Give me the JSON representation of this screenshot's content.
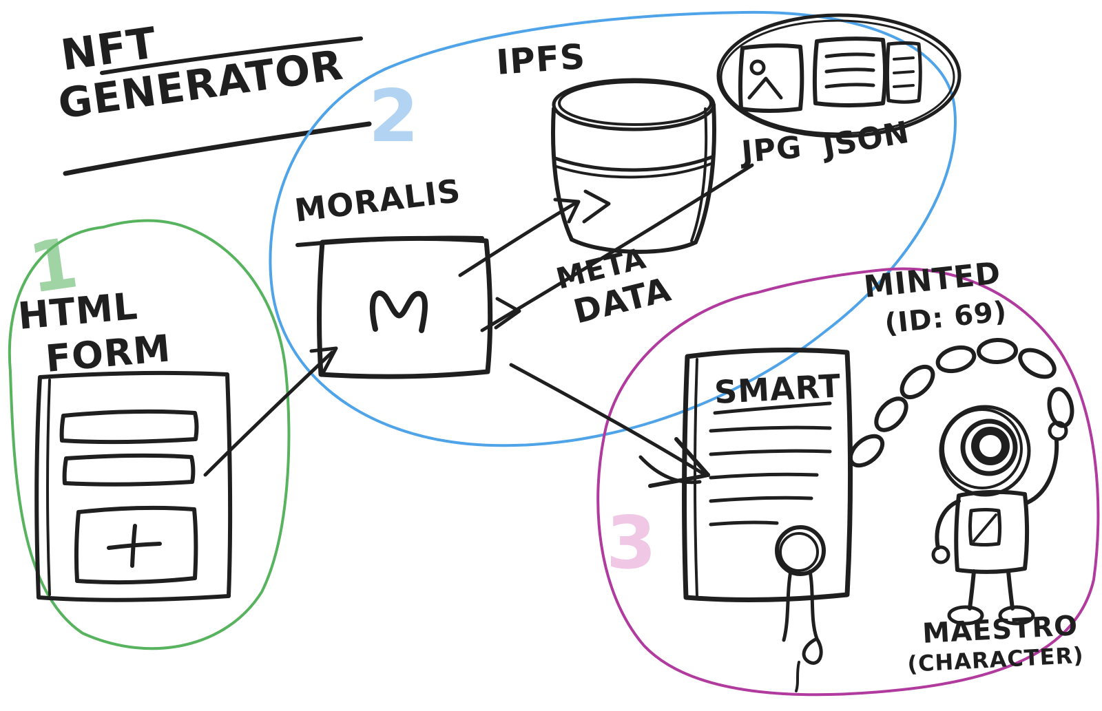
{
  "title": {
    "line1": "NFT",
    "line2": "GENERATOR"
  },
  "form_region": {
    "number": "1",
    "label_line1": "HTML",
    "label_line2": "FORM",
    "button_icon": "plus"
  },
  "pipeline_region": {
    "number": "2",
    "moralis_label": "MORALIS",
    "ipfs_label": "IPFS",
    "jpg_label": "JPG",
    "json_label": "JSON",
    "meta_line1": "META",
    "meta_line2": "DATA"
  },
  "mint_region": {
    "number": "3",
    "contract_label": "SMART",
    "minted_line1": "MINTED",
    "minted_line2": "(ID: 69)",
    "character_line1": "MAESTRO",
    "character_line2": "(CHARACTER)"
  },
  "colors": {
    "ink": "#1f1f1f",
    "background": "#ffffff",
    "form_region_stroke": "#58b35f",
    "pipeline_region_stroke": "#4fa3e8",
    "mint_region_stroke": "#b13a9e",
    "form_number_color": "#63b86a",
    "pipeline_number_color": "#7fb7e8",
    "mint_number_color": "#e7a3d4"
  }
}
